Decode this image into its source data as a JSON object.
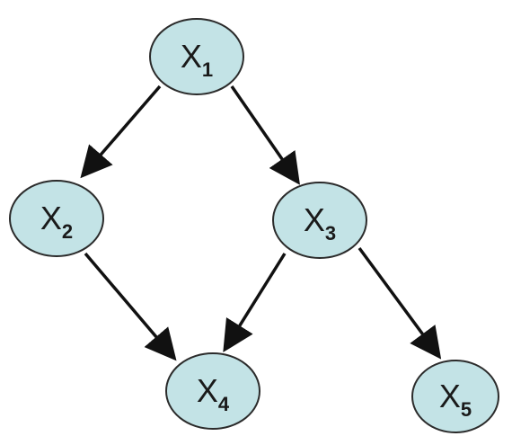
{
  "colors": {
    "node_fill": "#c3e3e6",
    "node_stroke": "#2b2b2b",
    "edge": "#111111",
    "background": "#ffffff"
  },
  "nodes": [
    {
      "id": "x1",
      "var": "X",
      "sub": "1"
    },
    {
      "id": "x2",
      "var": "X",
      "sub": "2"
    },
    {
      "id": "x3",
      "var": "X",
      "sub": "3"
    },
    {
      "id": "x4",
      "var": "X",
      "sub": "4"
    },
    {
      "id": "x5",
      "var": "X",
      "sub": "5"
    }
  ],
  "edges": [
    {
      "from": "x1",
      "to": "x2"
    },
    {
      "from": "x1",
      "to": "x3"
    },
    {
      "from": "x2",
      "to": "x4"
    },
    {
      "from": "x3",
      "to": "x4"
    },
    {
      "from": "x3",
      "to": "x5"
    }
  ]
}
